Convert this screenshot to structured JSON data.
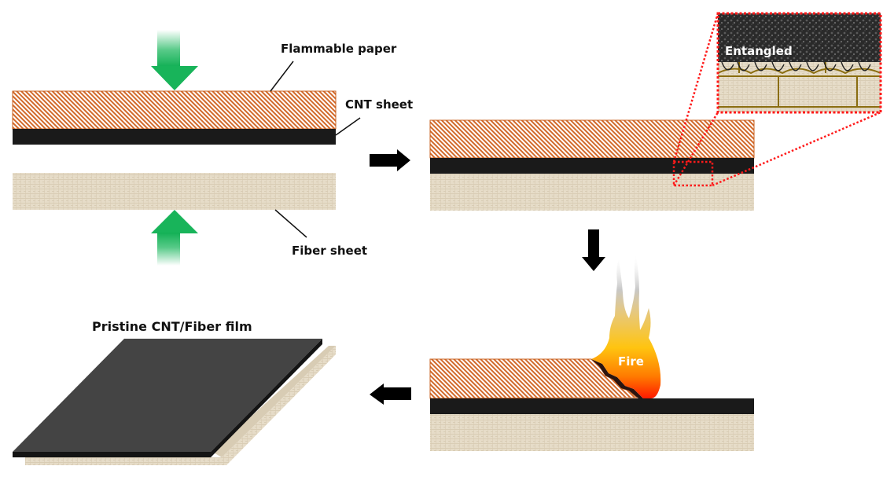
{
  "figure": {
    "labels": {
      "flammable_paper": "Flammable paper",
      "cnt_sheet": "CNT sheet",
      "fiber_sheet": "Fiber sheet",
      "entangled": "Entangled",
      "fire": "Fire",
      "pristine_film": "Pristine CNT/Fiber film"
    },
    "steps": [
      {
        "id": "stack",
        "description": "Flammable paper + CNT sheet pressed onto fiber sheet"
      },
      {
        "id": "laminated",
        "description": "Laminated stack with entangled interface (zoom inset)"
      },
      {
        "id": "burn",
        "description": "Flammable paper burned off"
      },
      {
        "id": "product",
        "description": "Pristine CNT/Fiber film"
      }
    ],
    "arrows": [
      "right-arrow",
      "down-arrow",
      "left-arrow"
    ],
    "colors": {
      "hatch": "#d2692a",
      "cnt": "#1a1a1a",
      "fiber": "#e3d8c4",
      "press_arrow": "#1fb860",
      "zoom_outline": "#ff1a1a",
      "film_top": "#444444",
      "root_lines": "#8a6d10"
    }
  }
}
